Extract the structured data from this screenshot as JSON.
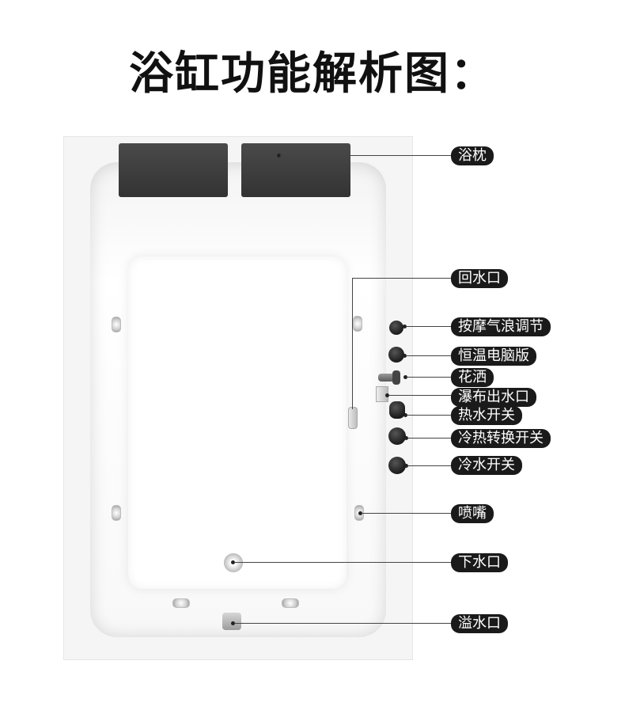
{
  "title": "浴缸功能解析图：",
  "labels": {
    "pillow": "浴枕",
    "return_port": "回水口",
    "massage_adjust": "按摩气浪调节",
    "thermostat_panel": "恒温电脑版",
    "shower": "花洒",
    "waterfall_outlet": "瀑布出水口",
    "hot_water_switch": "热水开关",
    "hot_cold_switch": "冷热转换开关",
    "cold_water_switch": "冷水开关",
    "nozzle": "喷嘴",
    "drain": "下水口",
    "overflow": "溢水口"
  }
}
